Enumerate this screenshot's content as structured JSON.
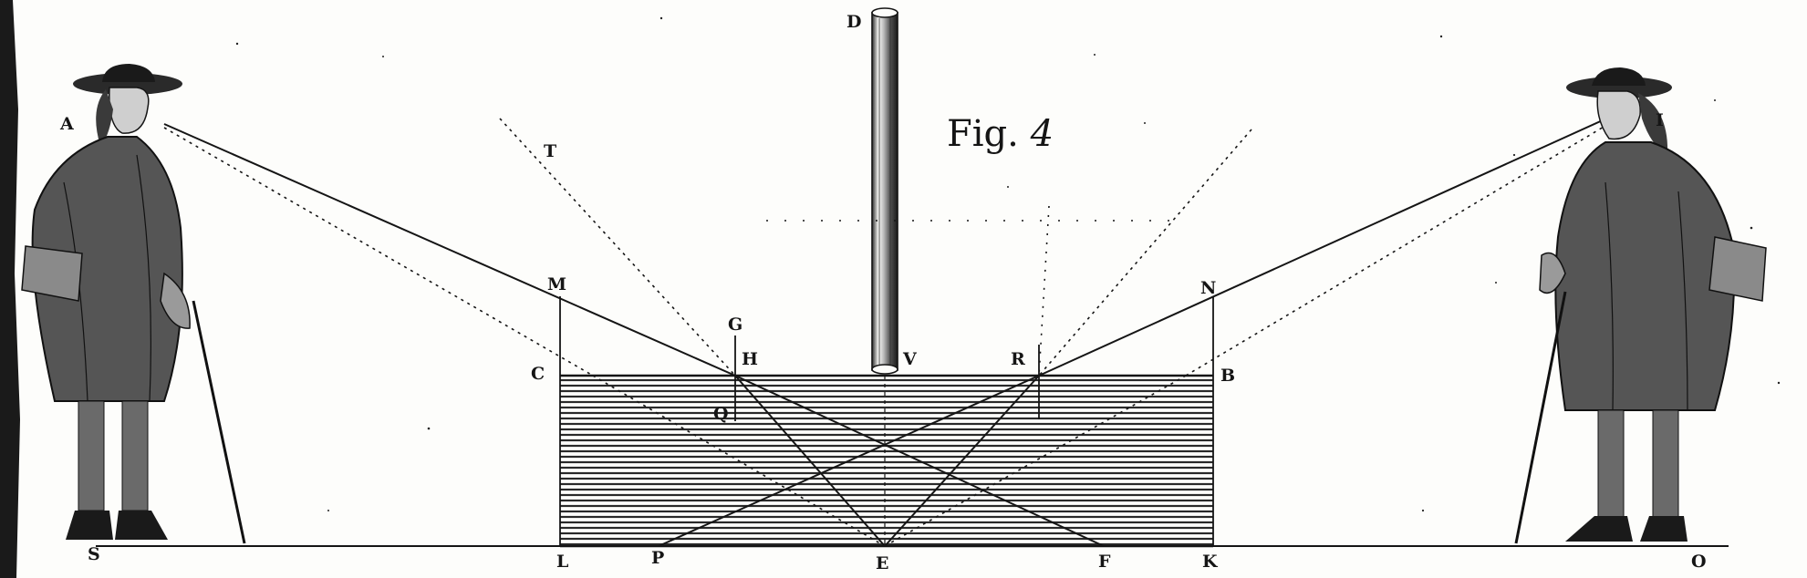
{
  "figure": {
    "title": "Fig.",
    "title_number": "4"
  },
  "labels": {
    "A": "A",
    "D": "D",
    "I": "I",
    "T": "T",
    "M": "M",
    "N": "N",
    "G": "G",
    "H": "H",
    "V": "V",
    "R": "R",
    "C": "C",
    "B": "B",
    "Q": "Q",
    "S": "S",
    "L": "L",
    "P": "P",
    "E": "E",
    "F": "F",
    "K": "K",
    "O": "O"
  },
  "colors": {
    "ink": "#151515",
    "paper": "#fdfdfb"
  }
}
